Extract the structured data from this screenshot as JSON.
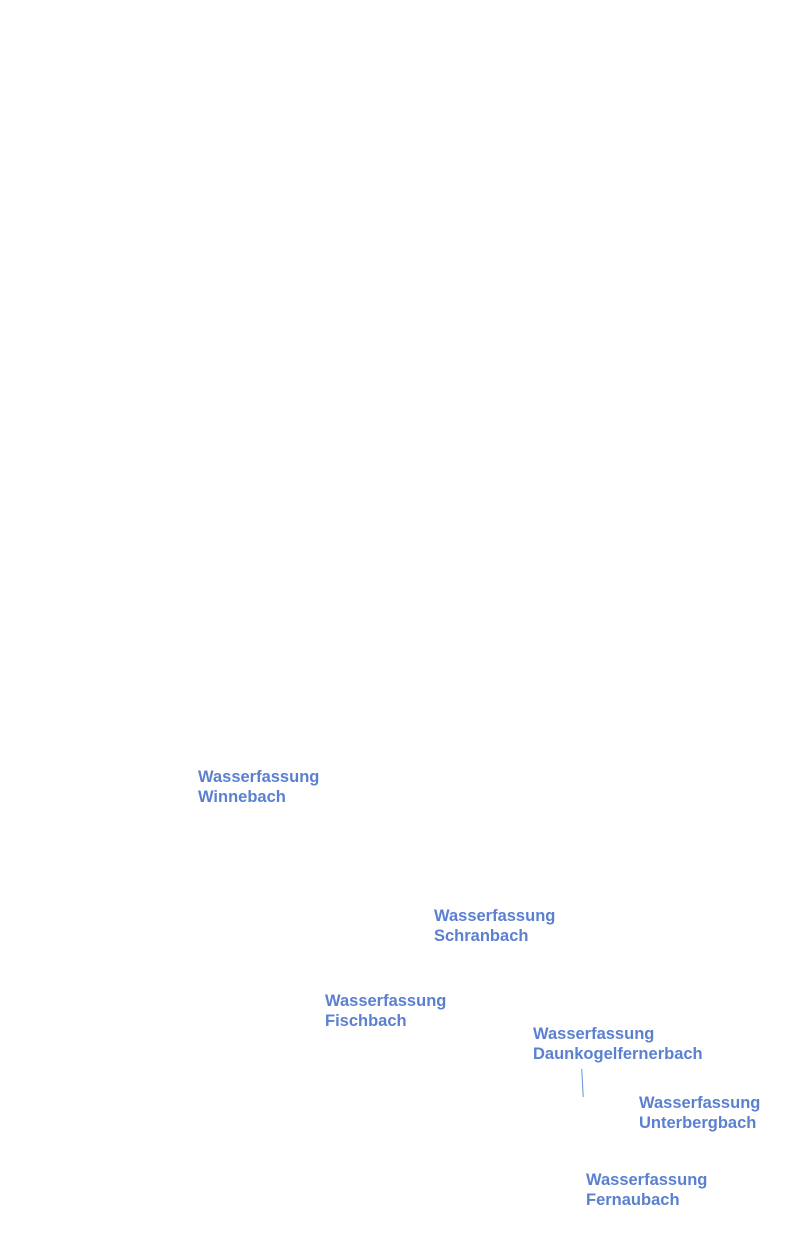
{
  "labels": [
    {
      "line1": "Wasserfassung",
      "line2": "Winnebach"
    },
    {
      "line1": "Wasserfassung",
      "line2": "Schranbach"
    },
    {
      "line1": "Wasserfassung",
      "line2": "Fischbach"
    },
    {
      "line1": "Wasserfassung",
      "line2": "Daunkogelfernerbach"
    },
    {
      "line1": "Wasserfassung",
      "line2": "Unterbergbach"
    },
    {
      "line1": "Wasserfassung",
      "line2": "Fernaubach"
    }
  ],
  "colors": {
    "label": "#5b80d0",
    "background": "#ffffff"
  }
}
